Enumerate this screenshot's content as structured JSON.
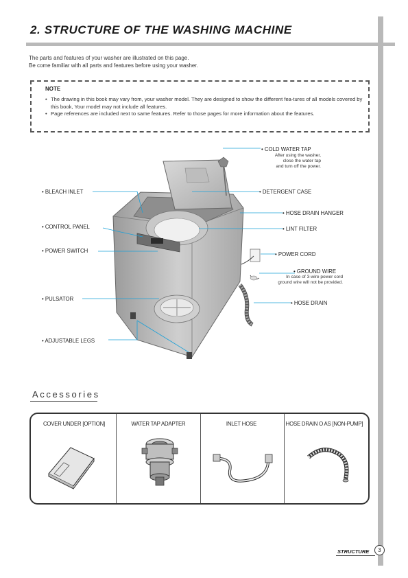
{
  "title": "2.  STRUCTURE OF THE WASHING MACHINE",
  "intro": [
    "The parts and features of your washer are illustrated on this page.",
    "Be come familiar with all parts and features before using your washer."
  ],
  "note": {
    "title": "NOTE",
    "items": [
      "The drawing in this book may vary from, your washer model. They are designed to show the different fea-tures of all models covered by this book, Your model may not include all features.",
      "Page references are included next to same features. Refer to those pages for more information about the features."
    ]
  },
  "diagram": {
    "labels": {
      "cold_water_tap": "• COLD WATER TAP",
      "cold_water_tap_note": [
        "After using the washer,",
        "close the water tap",
        "and turn off the power."
      ],
      "bleach_inlet": "• BLEACH INLET",
      "detergent_case": "• DETERGENT CASE",
      "hose_drain_hanger": "• HOSE DRAIN HANGER",
      "control_panel": "• CONTROL PANEL",
      "lint_filter": "• LINT FILTER",
      "power_switch": "• POWER SWITCH",
      "power_cord": "• POWER CORD",
      "ground_wire": "• GROUND WIRE",
      "ground_wire_note": [
        "In case of 3-wire power cord",
        "ground wire will not be provided."
      ],
      "pulsator": "• PULSATOR",
      "hose_drain": "• HOSE DRAIN",
      "adjustable_legs": "• ADJUSTABLE LEGS"
    }
  },
  "accessories": {
    "title": "Accessories",
    "items": [
      {
        "label": "COVER UNDER [OPTION]",
        "icon": "cover-under-icon"
      },
      {
        "label": "WATER TAP ADAPTER",
        "icon": "water-tap-adapter-icon"
      },
      {
        "label": "INLET HOSE",
        "icon": "inlet-hose-icon"
      },
      {
        "label": "HOSE DRAIN O AS [NON-PUMP]",
        "icon": "hose-drain-icon"
      }
    ]
  },
  "footer": {
    "section": "STRUCTURE",
    "page": "3"
  },
  "colors": {
    "accent_line": "#1aa0d8",
    "frame_gray": "#b9b9b9"
  }
}
